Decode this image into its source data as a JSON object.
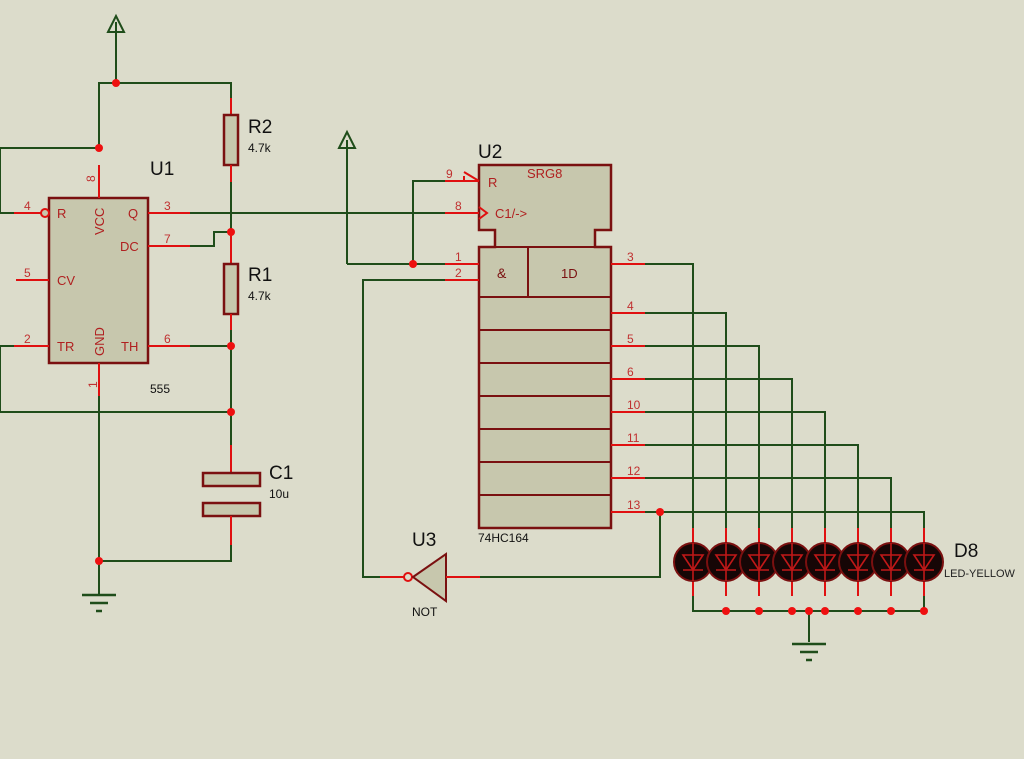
{
  "schematic": {
    "title": "555 astable clocking 74HC164 shift register driving 8 LEDs",
    "colors": {
      "background": "#dcdccb",
      "wire": "#1f4d1a",
      "pin": "#e01010",
      "component_body": "#c7c7ad",
      "component_outline": "#7a1010",
      "junction": "#ee1010"
    },
    "u1": {
      "ref": "U1",
      "value": "555",
      "pins": {
        "R": "4",
        "VCC": "8",
        "Q": "3",
        "DC": "7",
        "CV": "5",
        "TR": "2",
        "GND": "1",
        "TH": "6"
      },
      "labels": {
        "R": "R",
        "VCC": "VCC",
        "Q": "Q",
        "DC": "DC",
        "CV": "CV",
        "TR": "TR",
        "GND": "GND",
        "TH": "TH"
      }
    },
    "r2": {
      "ref": "R2",
      "value": "4.7k"
    },
    "r1": {
      "ref": "R1",
      "value": "4.7k"
    },
    "c1": {
      "ref": "C1",
      "value": "10u"
    },
    "u2": {
      "ref": "U2",
      "value": "74HC164",
      "title": "SRG8",
      "labels": {
        "reset": "R",
        "clock": "C1/->",
        "and": "&",
        "data": "1D"
      },
      "pins": {
        "reset": "9",
        "clock": "8",
        "in_a": "1",
        "in_b": "2"
      },
      "outputs": [
        "3",
        "4",
        "5",
        "6",
        "10",
        "11",
        "12",
        "13"
      ]
    },
    "u3": {
      "ref": "U3",
      "value": "NOT"
    },
    "leds": {
      "ref": "D8",
      "count": 8,
      "value_overlap_text": "LED-YELLOW"
    }
  }
}
